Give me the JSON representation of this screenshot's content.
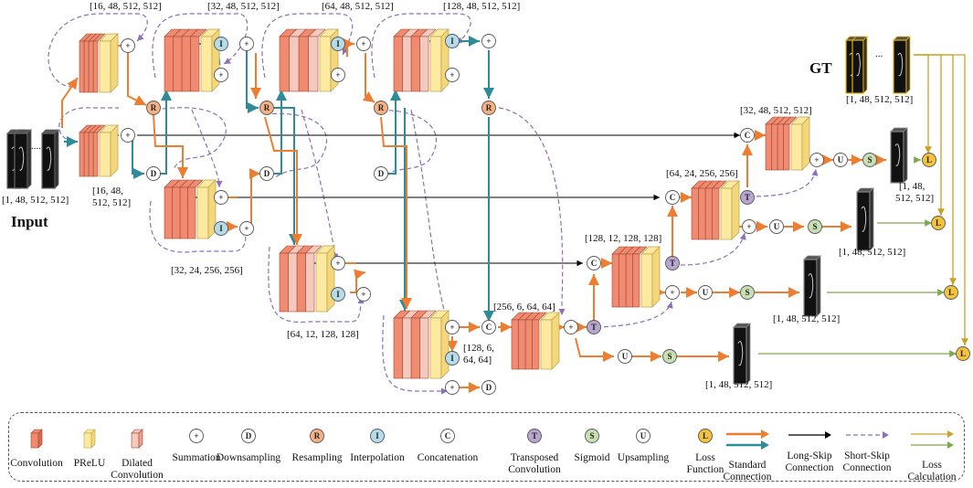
{
  "input": {
    "title": "Input",
    "shape": "[1, 48, 512, 512]"
  },
  "gt": {
    "title": "GT",
    "shape": "[1, 48, 512, 512]",
    "ellipsis": "..."
  },
  "shapes": {
    "enc1_top": "[16, 48, 512, 512]",
    "enc1_bottom": [
      "[16, 48,",
      "512, 512]"
    ],
    "enc2_top": "[32, 48, 512, 512]",
    "enc2_bottom": "[32, 24, 256, 256]",
    "enc3_top": "[64, 48, 512, 512]",
    "enc3_bottom": "[64, 12, 128, 128]",
    "enc4_top": "[128, 48, 512, 512]",
    "enc4_bottom": [
      "[128, 6,",
      "64, 64]"
    ],
    "bottleneck": "[256, 6, 64, 64]",
    "dec1": "[128, 12, 128, 128]",
    "dec2": "[64, 24, 256, 256]",
    "dec3": "[32, 48, 512, 512]",
    "out1": "[1, 48, 512, 512]",
    "out2": "[1, 48, 512, 512]",
    "out3": "[1, 48, 512, 512]",
    "out4": [
      "[1, 48,",
      "512, 512]"
    ]
  },
  "nodes": {
    "summation": "+",
    "downsampling": "D",
    "resampling": "R",
    "interpolation": "I",
    "concatenation": "C",
    "transposed": "T",
    "sigmoid": "S",
    "upsampling": "U",
    "loss": "L"
  },
  "colors": {
    "conv": "#f08a70",
    "prelu": "#fde9a0",
    "dilated": "#f6c9bf",
    "resample": "#f4b183",
    "interp": "#b4dcea",
    "transposed": "#b9a6cf",
    "sigmoid": "#c6e0b4",
    "loss": "#f5c33b",
    "standard_orange": "#ed7d31",
    "standard_teal": "#2e8b9a",
    "short_skip": "#8e6fb8",
    "loss_calc_a": "#c9a227",
    "loss_calc_b": "#7fa84e"
  },
  "legend": [
    {
      "key": "conv",
      "label": [
        "Convolution"
      ]
    },
    {
      "key": "prelu",
      "label": [
        "PReLU"
      ]
    },
    {
      "key": "dilated",
      "label": [
        "Dilated",
        "Convolution"
      ]
    },
    {
      "key": "sum",
      "label": [
        "Summation"
      ]
    },
    {
      "key": "down",
      "label": [
        "Downsampling"
      ]
    },
    {
      "key": "resample",
      "label": [
        "Resampling"
      ]
    },
    {
      "key": "interp",
      "label": [
        "Interpolation"
      ]
    },
    {
      "key": "concat",
      "label": [
        "Concatenation"
      ]
    },
    {
      "key": "transposed",
      "label": [
        "Transposed",
        "Convolution"
      ]
    },
    {
      "key": "sigmoid",
      "label": [
        "Sigmoid"
      ]
    },
    {
      "key": "upsample",
      "label": [
        "Upsampling"
      ]
    },
    {
      "key": "loss",
      "label": [
        "Loss",
        "Function"
      ]
    },
    {
      "key": "standard",
      "label": [
        "Standard",
        "Connection"
      ]
    },
    {
      "key": "longskip",
      "label": [
        "Long-Skip",
        "Connection"
      ]
    },
    {
      "key": "shortskip",
      "label": [
        "Short-Skip",
        "Connection"
      ]
    },
    {
      "key": "losscalc",
      "label": [
        "Loss",
        "Calculation"
      ]
    }
  ]
}
